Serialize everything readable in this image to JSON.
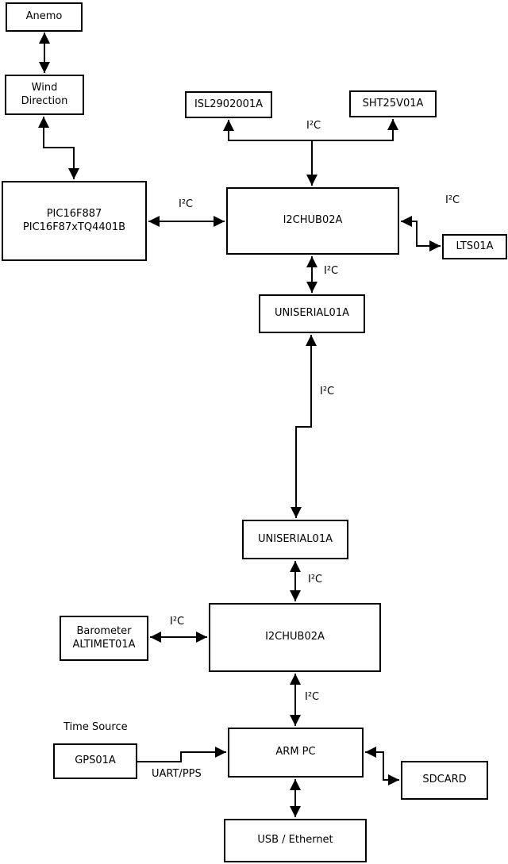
{
  "diagram": {
    "background_color": "#ffffff",
    "line_color": "#000000",
    "text_color": "#000000"
  },
  "nodes": {
    "anemo": {
      "label": "Anemo"
    },
    "wind_direction": {
      "label": "Wind\nDirection"
    },
    "pic": {
      "label": "PIC16F887\nPIC16F87xTQ4401B"
    },
    "isl": {
      "label": "ISL2902001A"
    },
    "sht": {
      "label": "SHT25V01A"
    },
    "hub1": {
      "label": "I2CHUB02A"
    },
    "lts": {
      "label": "LTS01A"
    },
    "uniserial1": {
      "label": "UNISERIAL01A"
    },
    "uniserial2": {
      "label": "UNISERIAL01A"
    },
    "hub2": {
      "label": "I2CHUB02A"
    },
    "barometer": {
      "label": "Barometer\nALTIMET01A"
    },
    "armpc": {
      "label": "ARM PC"
    },
    "gps": {
      "label": "GPS01A"
    },
    "sdcard": {
      "label": "SDCARD"
    },
    "usb_ethernet": {
      "label": "USB / Ethernet"
    }
  },
  "connection_labels": {
    "sensors_bus": "I²C",
    "pic_hub1": "I²C",
    "hub1_lts": "I²C",
    "hub1_uniserial1": "I²C",
    "uniserial_link": "I²C",
    "uniserial2_hub2": "I²C",
    "barometer_hub2": "I²C",
    "hub2_armpc": "I²C",
    "gps_title": "Time Source",
    "gps_armpc": "UART/PPS"
  }
}
